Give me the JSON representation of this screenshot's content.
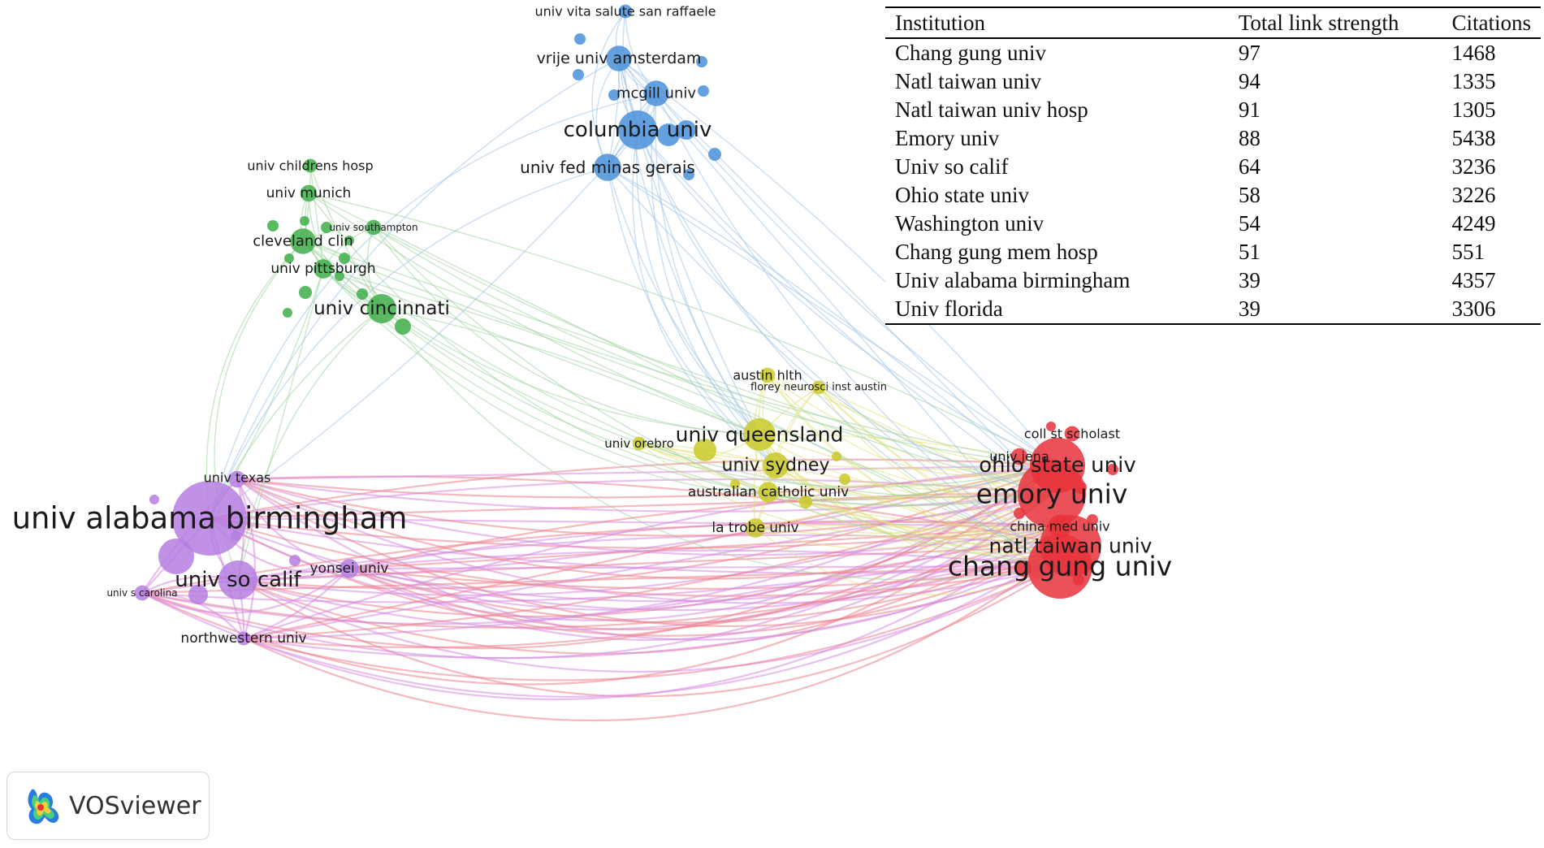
{
  "clusters": {
    "red": {
      "color": "#e8323b",
      "link_color": "#ec7f8c"
    },
    "blue": {
      "color": "#4a90d9",
      "link_color": "#9cc3e8"
    },
    "green": {
      "color": "#3fae49",
      "link_color": "#9ed39e"
    },
    "yellow": {
      "color": "#c9c92a",
      "link_color": "#e0e07a"
    },
    "purple": {
      "color": "#b57ee0",
      "link_color": "#d68be0"
    }
  },
  "nodes": [
    {
      "id": "uab",
      "label": "univ alabama birmingham",
      "cluster": "purple",
      "weight": 39
    },
    {
      "id": "usc",
      "label": "univ so calif",
      "cluster": "purple",
      "weight": 64
    },
    {
      "id": "utexas",
      "label": "univ texas",
      "cluster": "purple",
      "weight": 6
    },
    {
      "id": "yonsei",
      "label": "yonsei univ",
      "cluster": "purple",
      "weight": 8
    },
    {
      "id": "uscar",
      "label": "univ s carolina",
      "cluster": "purple",
      "weight": 5
    },
    {
      "id": "northwestern",
      "label": "northwestern univ",
      "cluster": "purple",
      "weight": 4
    },
    {
      "id": "emory",
      "label": "emory univ",
      "cluster": "red",
      "weight": 88
    },
    {
      "id": "ohio",
      "label": "ohio state univ",
      "cluster": "red",
      "weight": 58
    },
    {
      "id": "natltw",
      "label": "natl taiwan univ",
      "cluster": "red",
      "weight": 94
    },
    {
      "id": "changgung",
      "label": "chang gung univ",
      "cluster": "red",
      "weight": 97
    },
    {
      "id": "chinamed",
      "label": "china med univ",
      "cluster": "red",
      "weight": 12
    },
    {
      "id": "jena",
      "label": "univ jena",
      "cluster": "red",
      "weight": 6
    },
    {
      "id": "collst",
      "label": "coll st scholast",
      "cluster": "red",
      "weight": 5
    },
    {
      "id": "columbia",
      "label": "columbia univ",
      "cluster": "blue",
      "weight": 30
    },
    {
      "id": "mcgill",
      "label": "mcgill univ",
      "cluster": "blue",
      "weight": 14
    },
    {
      "id": "vrije",
      "label": "vrije univ amsterdam",
      "cluster": "blue",
      "weight": 14
    },
    {
      "id": "minas",
      "label": "univ fed minas gerais",
      "cluster": "blue",
      "weight": 16
    },
    {
      "id": "vita",
      "label": "univ vita salute san raffaele",
      "cluster": "blue",
      "weight": 4
    },
    {
      "id": "cincinnati",
      "label": "univ cincinnati",
      "cluster": "green",
      "weight": 25
    },
    {
      "id": "cleveland",
      "label": "cleveland clin",
      "cluster": "green",
      "weight": 14
    },
    {
      "id": "pittsburgh",
      "label": "univ pittsburgh",
      "cluster": "green",
      "weight": 8
    },
    {
      "id": "munich",
      "label": "univ munich",
      "cluster": "green",
      "weight": 6
    },
    {
      "id": "childrens",
      "label": "univ childrens hosp",
      "cluster": "green",
      "weight": 4
    },
    {
      "id": "southampton",
      "label": "univ southampton",
      "cluster": "green",
      "weight": 5
    },
    {
      "id": "queensland",
      "label": "univ queensland",
      "cluster": "yellow",
      "weight": 25
    },
    {
      "id": "sydney",
      "label": "univ sydney",
      "cluster": "yellow",
      "weight": 18
    },
    {
      "id": "acu",
      "label": "australian catholic univ",
      "cluster": "yellow",
      "weight": 9
    },
    {
      "id": "latrobe",
      "label": "la trobe univ",
      "cluster": "yellow",
      "weight": 8
    },
    {
      "id": "austin",
      "label": "austin hlth",
      "cluster": "yellow",
      "weight": 5
    },
    {
      "id": "florey",
      "label": "florey neurosci inst austin",
      "cluster": "yellow",
      "weight": 4
    },
    {
      "id": "orebro",
      "label": "univ orebro",
      "cluster": "yellow",
      "weight": 4
    }
  ],
  "table": {
    "headers": [
      "Institution",
      "Total link strength",
      "Citations"
    ],
    "rows": [
      [
        "Chang gung univ",
        "97",
        "1468"
      ],
      [
        "Natl taiwan univ",
        "94",
        "1335"
      ],
      [
        "Natl taiwan univ hosp",
        "91",
        "1305"
      ],
      [
        "Emory univ",
        "88",
        "5438"
      ],
      [
        "Univ so calif",
        "64",
        "3236"
      ],
      [
        "Ohio state univ",
        "58",
        "3226"
      ],
      [
        "Washington univ",
        "54",
        "4249"
      ],
      [
        "Chang gung mem hosp",
        "51",
        "551"
      ],
      [
        "Univ alabama birmingham",
        "39",
        "4357"
      ],
      [
        "Univ florida",
        "39",
        "3306"
      ]
    ]
  },
  "logo": {
    "text": "VOSviewer",
    "icon": "vosviewer-heatmap-icon"
  }
}
